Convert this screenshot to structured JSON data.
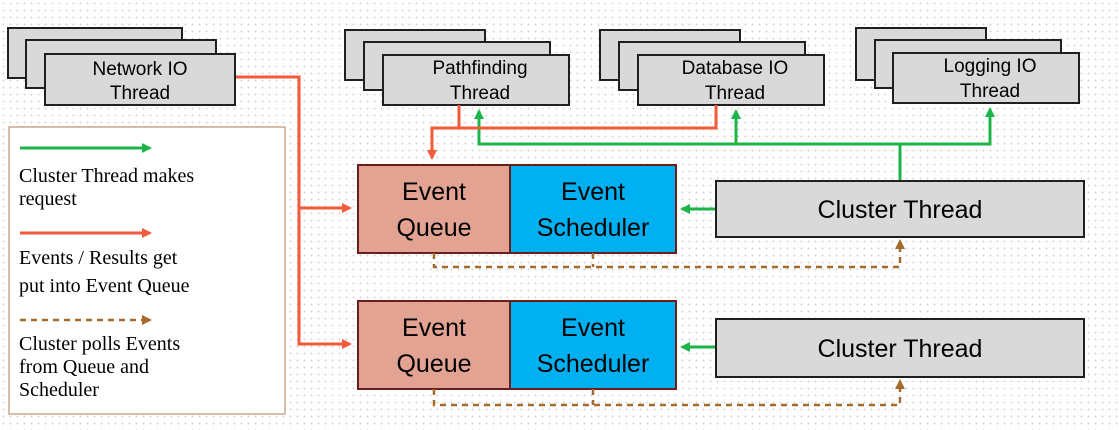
{
  "colors": {
    "thread_fill": "#d9d9d9",
    "queue_fill": "#e2a393",
    "scheduler_fill": "#00b0f0",
    "box_border": "#6b1d1d",
    "request_arrow": "#1db54a",
    "event_arrow": "#f15a3a",
    "poll_arrow": "#a46b2a"
  },
  "io_threads": [
    {
      "line1": "Network IO",
      "line2": "Thread"
    },
    {
      "line1": "Pathfinding",
      "line2": "Thread"
    },
    {
      "line1": "Database IO",
      "line2": "Thread"
    },
    {
      "line1": "Logging IO",
      "line2": "Thread"
    }
  ],
  "clusters": [
    {
      "queue": {
        "line1": "Event",
        "line2": "Queue"
      },
      "scheduler": {
        "line1": "Event",
        "line2": "Scheduler"
      },
      "thread": "Cluster Thread"
    },
    {
      "queue": {
        "line1": "Event",
        "line2": "Queue"
      },
      "scheduler": {
        "line1": "Event",
        "line2": "Scheduler"
      },
      "thread": "Cluster Thread"
    }
  ],
  "legend": {
    "request": {
      "line1": "Cluster Thread makes",
      "line2": "request"
    },
    "event": {
      "line1": "Events / Results get",
      "line2": "put into Event Queue"
    },
    "poll": {
      "line1": "Cluster polls Events",
      "line2": "from Queue and",
      "line3": "Scheduler"
    }
  }
}
